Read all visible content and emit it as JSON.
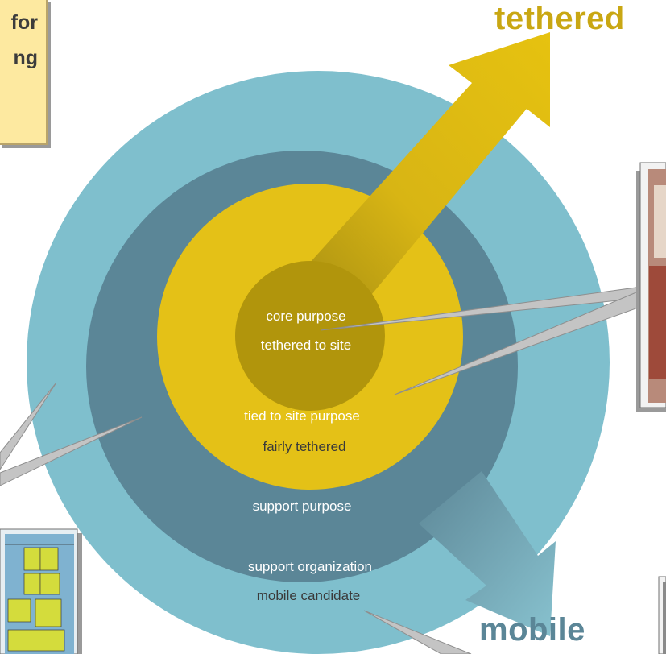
{
  "note": {
    "lines": [
      "for",
      "ng"
    ]
  },
  "labels": {
    "tethered": "tethered",
    "mobile": "mobile"
  },
  "rings": {
    "core": {
      "title": "core purpose",
      "subtitle": "tethered to site"
    },
    "tied": {
      "title": "tied to site purpose",
      "subtitle": "fairly tethered"
    },
    "support_purpose": {
      "title": "support purpose"
    },
    "support_org": {
      "title": "support organization",
      "subtitle": "mobile candidate"
    }
  },
  "colors": {
    "outer_ring": "#7fbfcd",
    "middle_ring": "#5b8697",
    "inner_ring": "#e4c117",
    "core": "#b1950c",
    "tethered_arrow": "#ddb913",
    "mobile_arrow": "#6fa8b8",
    "tethered_label": "#c9a713",
    "mobile_label": "#5b8697",
    "callout": "#c4c4c4"
  }
}
